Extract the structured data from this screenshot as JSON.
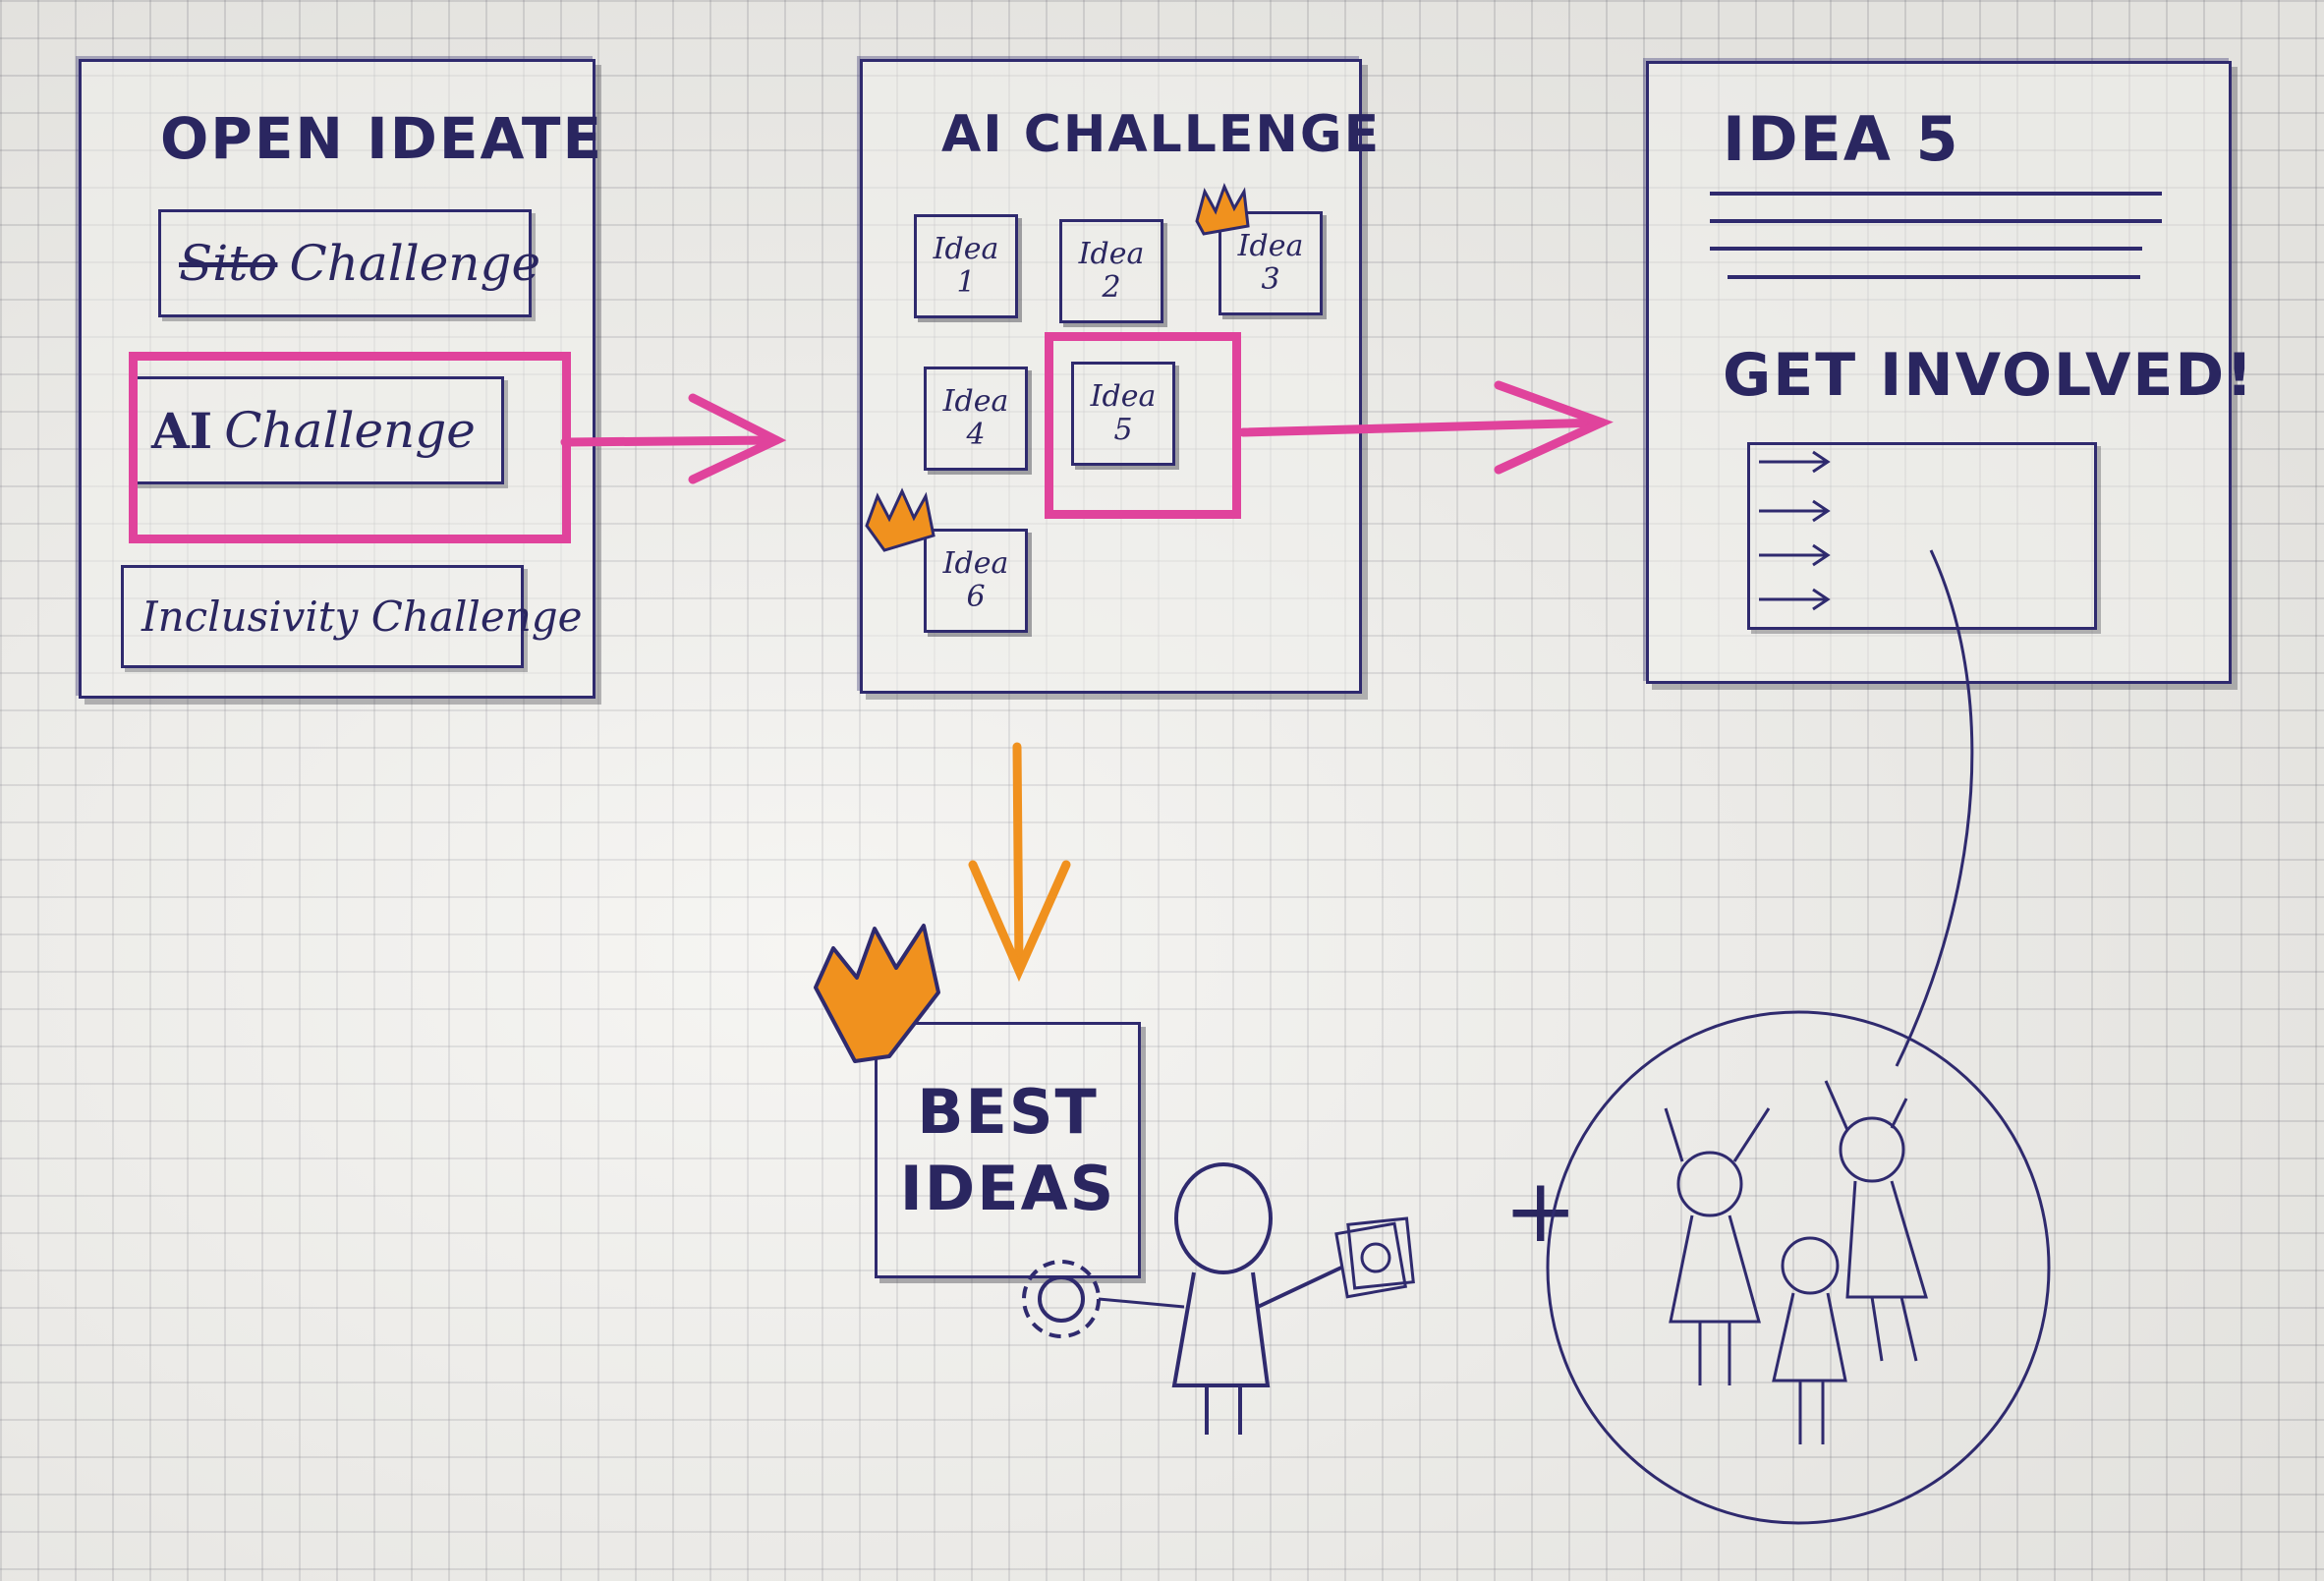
{
  "screens": {
    "home": {
      "title": "OPEN IDEATE",
      "challenges": [
        {
          "label": "Challenge",
          "struck_prefix": "Sito"
        },
        {
          "label": "Challenge",
          "prefix": "AI"
        },
        {
          "label": "Inclusivity Challenge"
        }
      ]
    },
    "challenge": {
      "title": "AI CHALLENGE",
      "ideas": [
        {
          "word": "Idea",
          "num": "1"
        },
        {
          "word": "Idea",
          "num": "2"
        },
        {
          "word": "Idea",
          "num": "3"
        },
        {
          "word": "Idea",
          "num": "4"
        },
        {
          "word": "Idea",
          "num": "5"
        },
        {
          "word": "Idea",
          "num": "6"
        }
      ]
    },
    "idea": {
      "title": "IDEA 5",
      "cta": "GET INVOLVED!"
    }
  },
  "best_ideas": {
    "line1": "BEST",
    "line2": "IDEAS"
  },
  "plus": "+",
  "colors": {
    "ink": "#2a2660",
    "highlight": "#e0439c",
    "crown": "#f0911e"
  },
  "icons": [
    "crown-icon",
    "gear-icon",
    "money-icon",
    "person-icon",
    "group-icon"
  ]
}
